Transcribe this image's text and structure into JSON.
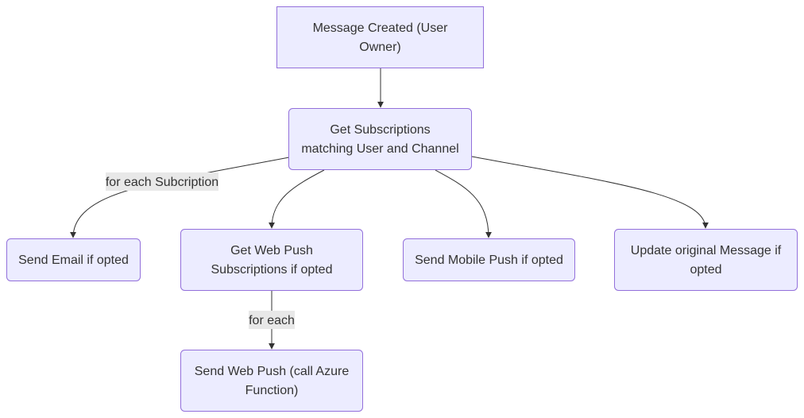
{
  "colors": {
    "node_fill": "#ECECFF",
    "node_border": "#9370DB",
    "edge": "#333333",
    "edge_label_background": "#E8E8E8",
    "text": "#333333"
  },
  "nodes": {
    "message_created": {
      "line1": "Message Created (User",
      "line2": "Owner)"
    },
    "get_subscriptions": {
      "line1": "Get Subscriptions",
      "line2": "matching User and Channel"
    },
    "send_email": {
      "line1": "Send Email if opted"
    },
    "get_web_push": {
      "line1": "Get Web Push",
      "line2": "Subscriptions if opted"
    },
    "send_mobile_push": {
      "line1": "Send Mobile Push if opted"
    },
    "update_message": {
      "line1": "Update original Message if",
      "line2": "opted"
    },
    "send_web_push": {
      "line1": "Send Web Push (call Azure",
      "line2": "Function)"
    }
  },
  "edges": [
    {
      "from": "message_created",
      "to": "get_subscriptions",
      "label": ""
    },
    {
      "from": "get_subscriptions",
      "to": "send_email",
      "label": "for each Subcription"
    },
    {
      "from": "get_subscriptions",
      "to": "get_web_push",
      "label": ""
    },
    {
      "from": "get_subscriptions",
      "to": "send_mobile_push",
      "label": ""
    },
    {
      "from": "get_subscriptions",
      "to": "update_message",
      "label": ""
    },
    {
      "from": "get_web_push",
      "to": "send_web_push",
      "label": "for each"
    }
  ]
}
